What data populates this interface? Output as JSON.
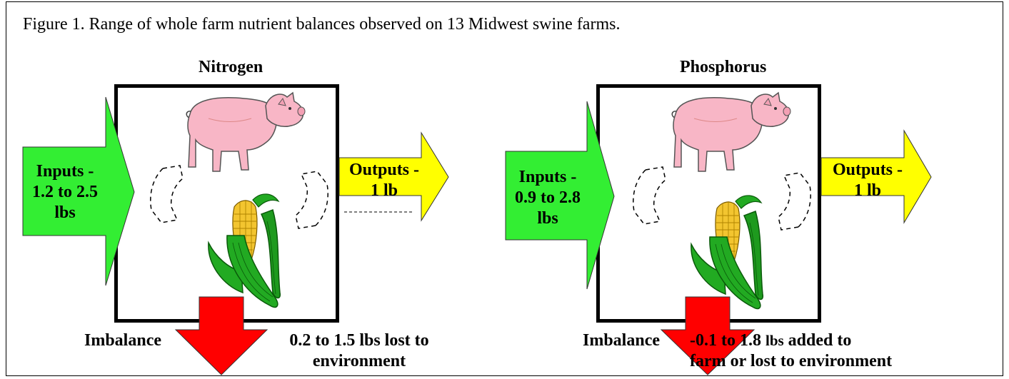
{
  "figure_caption": "Figure 1. Range of whole farm nutrient balances observed on 13 Midwest swine farms.",
  "panels": [
    {
      "title": "Nitrogen",
      "inputs_line1": "Inputs -",
      "inputs_line2": "1.2 to 2.5",
      "inputs_line3": "lbs",
      "outputs_line1": "Outputs -",
      "outputs_line2": "1 lb",
      "imbalance_label": "Imbalance",
      "imbalance_text_line1": "0.2 to 1.5 lbs lost to",
      "imbalance_text_line2": "environment"
    },
    {
      "title": "Phosphorus",
      "inputs_line1": "Inputs -",
      "inputs_line2": "0.9 to 2.8",
      "inputs_line3": "lbs",
      "outputs_line1": "Outputs -",
      "outputs_line2": "1 lb",
      "imbalance_label": "Imbalance",
      "imbalance_text_line1_a": "-0.1 to 1.8 ",
      "imbalance_text_line1_b": "lbs",
      "imbalance_text_line1_c": " added to",
      "imbalance_text_line2": "farm or lost to environment"
    }
  ],
  "icons": [
    "pig-icon",
    "corn-icon",
    "cycle-arrow-icon"
  ],
  "colors": {
    "input_arrow": "#33ee33",
    "output_arrow": "#ffff00",
    "imbalance_arrow": "#ff0000",
    "pig": "#f8b6c6",
    "corn_husk": "#22aa22",
    "corn_kernel": "#f3c530"
  }
}
